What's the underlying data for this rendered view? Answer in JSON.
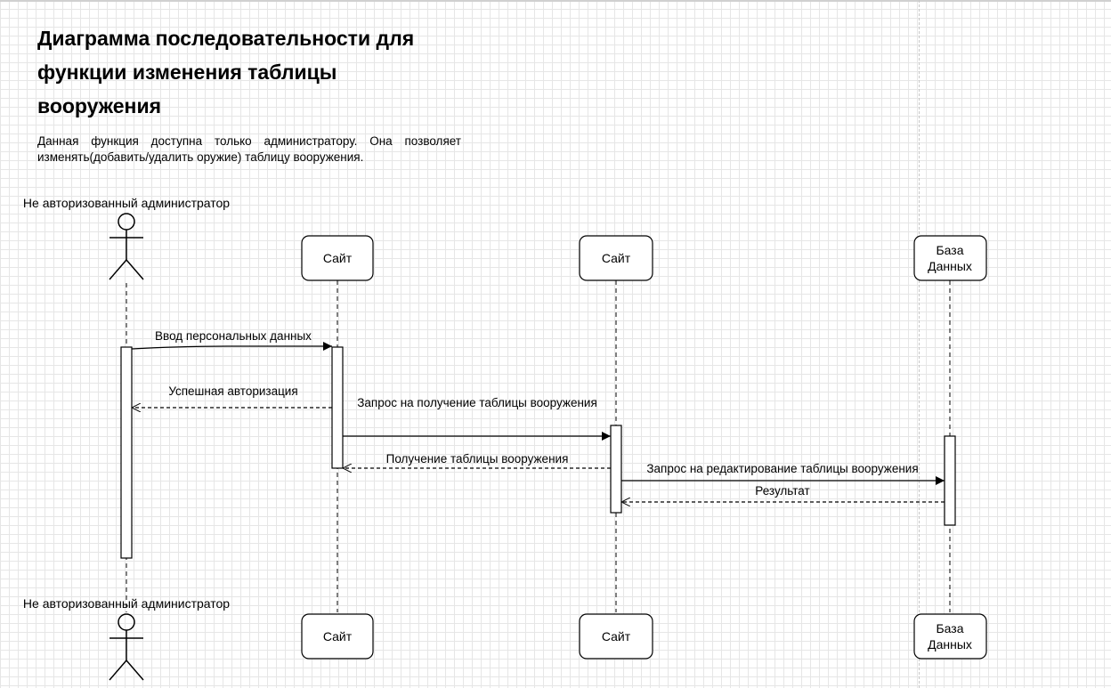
{
  "diagram": {
    "title": "Диаграмма последовательности для функции изменения таблицы вооружения",
    "description": "Данная функция доступна только администратору. Она позволяет изменять(добавить/удалить оружие) таблицу вооружения.",
    "participants": [
      {
        "id": "admin",
        "kind": "actor",
        "label": "Не авторизованный администратор"
      },
      {
        "id": "site1",
        "kind": "box",
        "label": "Сайт"
      },
      {
        "id": "site2",
        "kind": "box",
        "label": "Сайт"
      },
      {
        "id": "db",
        "kind": "box",
        "label_lines": [
          "База",
          "Данных"
        ]
      }
    ],
    "messages": [
      {
        "label": "Ввод персональных данных",
        "from": "admin",
        "to": "site1",
        "style": "sync"
      },
      {
        "label": "Успешная авторизация",
        "from": "site1",
        "to": "admin",
        "style": "return"
      },
      {
        "label": "Запрос на получение таблицы вооружения",
        "from": "site1",
        "to": "site2",
        "style": "sync"
      },
      {
        "label": "Получение таблицы вооружения",
        "from": "site2",
        "to": "site1",
        "style": "return"
      },
      {
        "label": "Запрос на редактирование таблицы вооружения",
        "from": "site2",
        "to": "db",
        "style": "sync"
      },
      {
        "label": "Результат",
        "from": "db",
        "to": "site2",
        "style": "return"
      }
    ]
  }
}
